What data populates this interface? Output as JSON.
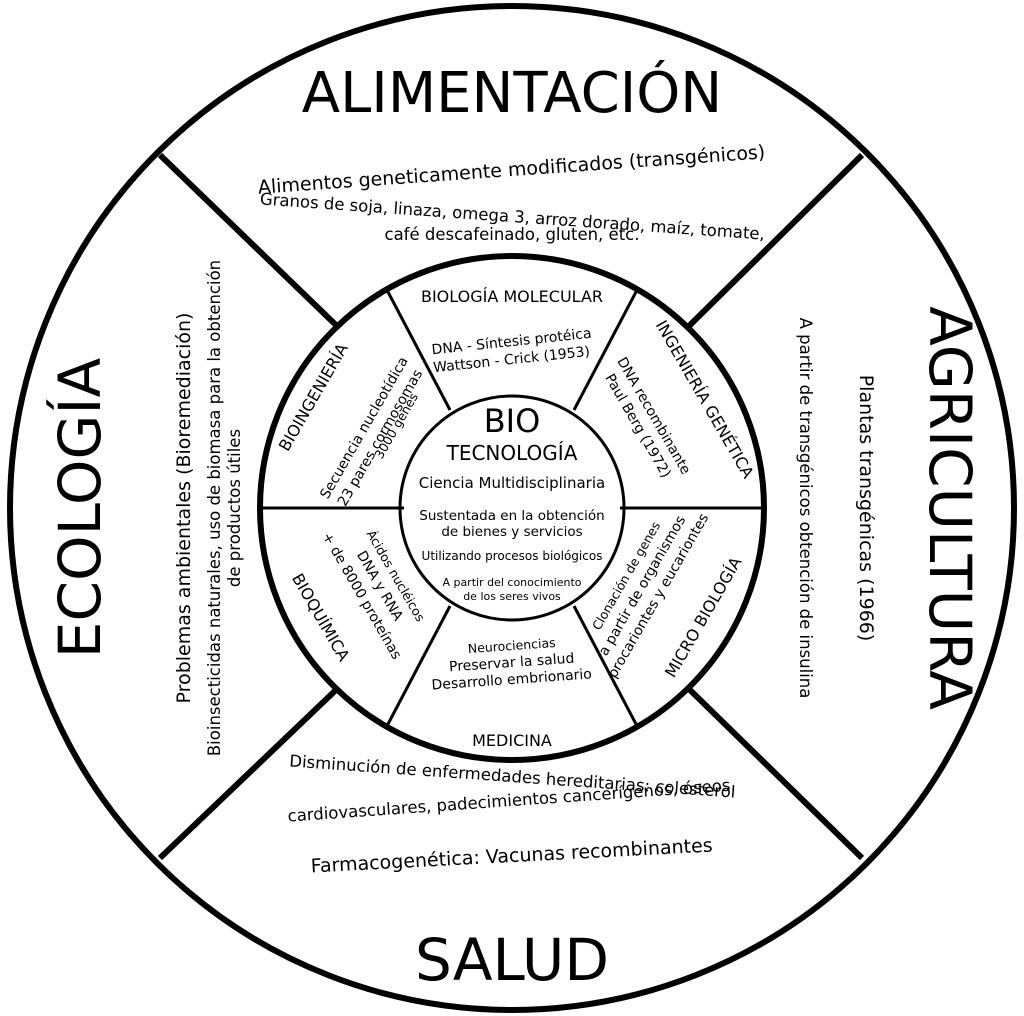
{
  "hub": {
    "title": "BIO",
    "subtitle": "TECNOLOGÍA",
    "line1": "Ciencia Multidisciplinaria",
    "line2a": "Sustentada en la obtención",
    "line2b": "de bienes y servicios",
    "line3": "Utilizando procesos biológicos",
    "line4a": "A partir del conocimiento",
    "line4b": "de los seres vivos"
  },
  "outer": {
    "alimentacion": {
      "title": "ALIMENTACIÓN",
      "line1": "Alimentos geneticamente modificados (transgénicos)",
      "line2": "Granos de soja, linaza, omega 3, arroz dorado, maíz, tomate,",
      "line3": "café descafeinado, gluten, etc."
    },
    "agricultura": {
      "title": "AGRICULTURA",
      "line1": "Plantas transgénicas (1966)",
      "line2": "A partir de transgénicos obtención de insulina"
    },
    "salud": {
      "title": "SALUD",
      "line1": "Disminución de enfermedades hereditarias: colesterol",
      "line2": "cardiovasculares, padecimientos cancerígenos, óseos.",
      "line3": "Farmacogenética: Vacunas recombinantes"
    },
    "ecologia": {
      "title": "ECOLOGÍA",
      "line1": "Problemas ambientales (Bioremediación)",
      "line2": "Bioinsecticidas naturales, uso de biomasa para la obtención",
      "line3": "de productos útiles"
    }
  },
  "inner": {
    "biologia_molecular": {
      "label": "BIOLOGÍA MOLECULAR",
      "line1": "DNA - Síntesis protéica",
      "line2": "Wattson - Crick (1953)"
    },
    "ingenieria_genetica": {
      "label": "INGENIERÍA GENÉTICA",
      "line1": "DNA recombinante",
      "line2": "Paul Berg (1972)"
    },
    "micro_biologia": {
      "label": "MICRO BIOLOGÍA",
      "line1": "Clonación de genes",
      "line2": "a partir de organismos",
      "line3": "procariontes y eucariontes"
    },
    "medicina": {
      "label": "MEDICINA",
      "line1": "Neurociencias",
      "line2": "Preservar la salud",
      "line3": "Desarrollo embrionario"
    },
    "bioquimica": {
      "label": "BIOQUÍMICA",
      "line1": "Ácidos nucléicos",
      "line2": "DNA  y  RNA",
      "line3": "+  de 8000 proteínas"
    },
    "bioingenieria": {
      "label": "BIOINGENIERÍA",
      "line1": "Secuencia nucleotídica",
      "line2": "23 pares cormosomas",
      "line3": "3000 genes"
    }
  }
}
